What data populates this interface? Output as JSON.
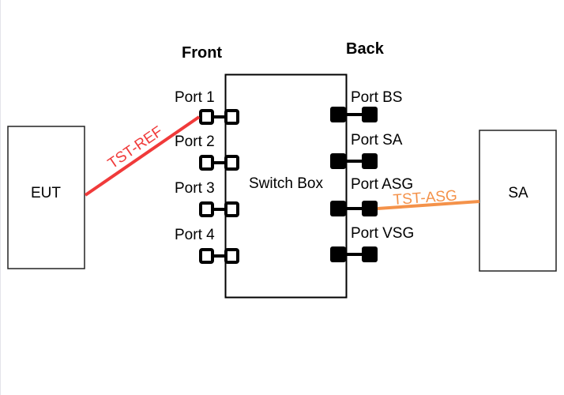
{
  "headers": {
    "front": "Front",
    "back": "Back"
  },
  "switch_box": {
    "label": "Switch Box"
  },
  "eut": {
    "label": "EUT"
  },
  "sa": {
    "label": "SA"
  },
  "front_ports": [
    {
      "label": "Port 1"
    },
    {
      "label": "Port 2"
    },
    {
      "label": "Port 3"
    },
    {
      "label": "Port 4"
    }
  ],
  "back_ports": [
    {
      "label": "Port BS"
    },
    {
      "label": "Port SA"
    },
    {
      "label": "Port ASG"
    },
    {
      "label": "Port VSG"
    }
  ],
  "connections": [
    {
      "label": "TST-REF",
      "from": "EUT",
      "to": "Port 1",
      "color": "#f03a3a"
    },
    {
      "label": "TST-ASG",
      "from": "Port ASG",
      "to": "SA",
      "color": "#f4924a"
    }
  ]
}
